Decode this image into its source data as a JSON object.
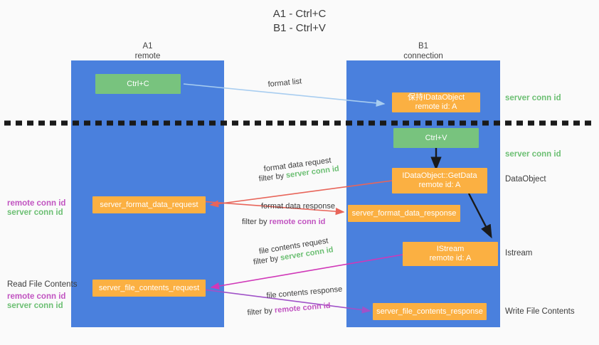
{
  "title": {
    "line1": "A1 - Ctrl+C",
    "line2": "B1 - Ctrl+V"
  },
  "colors": {
    "lane": "#4a80dd",
    "green_box": "#78c37e",
    "orange_box": "#fbb042",
    "green_text": "#6cbf73",
    "purple_text": "#c154c1",
    "blue_arrow": "#a8cdf0",
    "red_arrow": "#e8655a",
    "magenta_arrow": "#d038b8",
    "purple_arrow": "#a052c8",
    "black_arrow": "#1a1a1a",
    "background": "#fafafa"
  },
  "lanes": [
    {
      "name": "A1",
      "sub": "remote"
    },
    {
      "name": "B1",
      "sub": "connection"
    }
  ],
  "boxes": {
    "ctrl_c": {
      "line1": "Ctrl+C"
    },
    "keep_idataobject": {
      "line1": "保持IDataObject",
      "line2": "remote id: A"
    },
    "ctrl_v": {
      "line1": "Ctrl+V"
    },
    "getdata": {
      "line1": "IDataObject::GetData",
      "line2": "remote id: A"
    },
    "istream": {
      "line1": "IStream",
      "line2": "remote id: A"
    },
    "format_data_request": {
      "line1": "server_format_data_request"
    },
    "format_data_response": {
      "line1": "server_format_data_response"
    },
    "file_contents_request": {
      "line1": "server_file_contents_request"
    },
    "file_contents_response": {
      "line1": "server_file_contents_response"
    }
  },
  "right_labels": [
    {
      "text": "server conn id",
      "style": "green"
    },
    {
      "text": "server conn id",
      "style": "green"
    },
    {
      "text": "DataObject",
      "style": "plain"
    },
    {
      "text": "Istream",
      "style": "plain"
    },
    {
      "text": "Write File Contents",
      "style": "plain"
    }
  ],
  "left_labels": {
    "group1": [
      {
        "text": "remote conn id",
        "style": "purple"
      },
      {
        "text": "server conn id",
        "style": "green"
      }
    ],
    "read_file_contents": "Read File Contents",
    "group2": [
      {
        "text": "remote conn id",
        "style": "purple"
      },
      {
        "text": "server conn id",
        "style": "green"
      }
    ]
  },
  "captions": {
    "format_list": "format list",
    "format_data_request": "format data request",
    "format_data_request_filter_prefix": "filter by ",
    "format_data_request_filter_value": "server conn id",
    "format_data_response": "format data response",
    "format_data_response_filter_prefix": "filter by ",
    "format_data_response_filter_value": "remote conn id",
    "file_contents_request": "file contents request",
    "file_contents_request_filter_prefix": "filter by ",
    "file_contents_request_filter_value": "server conn id",
    "file_contents_response": "file contents response",
    "file_contents_response_filter_prefix": "filter by ",
    "file_contents_response_filter_value": "remote conn id"
  }
}
